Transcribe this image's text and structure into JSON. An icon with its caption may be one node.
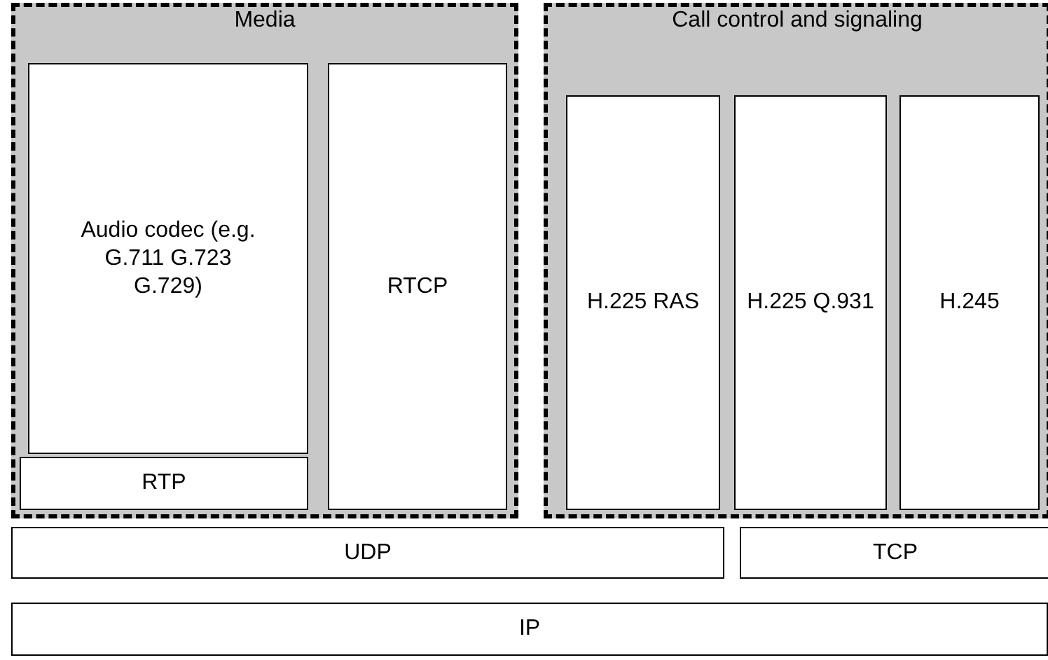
{
  "diagram": {
    "nodes": [
      {
        "text": [
          "Media"
        ]
      },
      {
        "text": [
          "Audio codec (e.g. G.711 G.723 G.729)"
        ],
        "in": 0
      },
      {
        "text": [
          "RTP"
        ],
        "in": 0
      },
      {
        "text": [
          "RTCP"
        ],
        "in": 0
      },
      {
        "text": [
          "Call control and signaling"
        ]
      },
      {
        "text": [
          "H.225 RAS"
        ],
        "in": 4
      },
      {
        "text": [
          "H.225 Q.931"
        ],
        "in": 4
      },
      {
        "text": [
          "H.245"
        ],
        "in": 4
      },
      {
        "text": [
          "UDP"
        ]
      },
      {
        "text": [
          "TCP"
        ]
      },
      {
        "text": [
          "IP"
        ]
      }
    ]
  }
}
